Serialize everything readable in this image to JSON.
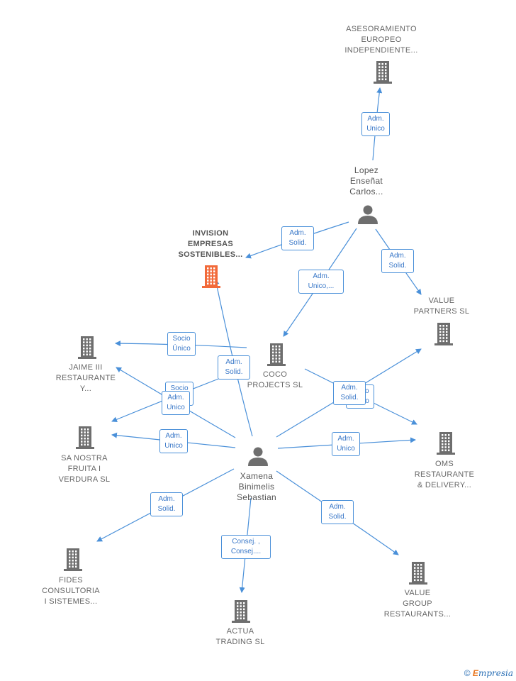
{
  "colors": {
    "edge": "#4a90d9",
    "building": "#6e6e6e",
    "focus": "#f26a3a",
    "text": "#666666"
  },
  "nodes": [
    {
      "id": "asesoramiento",
      "label": "ASESORAMIENTO\nEUROPEO\nINDEPENDIENTE...",
      "kind": "company"
    },
    {
      "id": "lopez",
      "label": "Lopez\nEnseñat\nCarlos...",
      "kind": "person"
    },
    {
      "id": "invision",
      "label": "INVISION\nEMPRESAS\nSOSTENIBLES...",
      "kind": "focus"
    },
    {
      "id": "value_partners",
      "label": "VALUE\nPARTNERS SL",
      "kind": "company"
    },
    {
      "id": "jaime",
      "label": "JAIME III\nRESTAURANTE\nY...",
      "kind": "company"
    },
    {
      "id": "coco",
      "label": "COCO\nPROJECTS SL",
      "kind": "company"
    },
    {
      "id": "sa_nostra",
      "label": "SA NOSTRA\nFRUITA I\nVERDURA SL",
      "kind": "company"
    },
    {
      "id": "xamena",
      "label": "Xamena\nBinimelis\nSebastian",
      "kind": "person"
    },
    {
      "id": "oms",
      "label": "OMS\nRESTAURANTE\n& DELIVERY...",
      "kind": "company"
    },
    {
      "id": "fides",
      "label": "FIDES\nCONSULTORIA\nI SISTEMES...",
      "kind": "company"
    },
    {
      "id": "actua",
      "label": "ACTUA\nTRADING SL",
      "kind": "company"
    },
    {
      "id": "value_group",
      "label": "VALUE\nGROUP\nRESTAURANTS...",
      "kind": "company"
    }
  ],
  "edges": [
    {
      "from": "lopez",
      "to": "asesoramiento",
      "label": "Adm.\nUnico"
    },
    {
      "from": "lopez",
      "to": "invision",
      "label": "Adm.\nSolid."
    },
    {
      "from": "lopez",
      "to": "coco",
      "label": "Adm.\nUnico,..."
    },
    {
      "from": "lopez",
      "to": "value_partners",
      "label": "Adm.\nSolid."
    },
    {
      "from": "coco",
      "to": "jaime",
      "label": "Socio\nÚnico"
    },
    {
      "from": "coco",
      "to": "sa_nostra",
      "label": "Socio\nÚnico"
    },
    {
      "from": "coco",
      "to": "oms",
      "label": "Socio\nÚnico"
    },
    {
      "from": "xamena",
      "to": "invision",
      "label": "Adm.\nSolid."
    },
    {
      "from": "xamena",
      "to": "jaime",
      "label": "Adm.\nUnico"
    },
    {
      "from": "xamena",
      "to": "sa_nostra",
      "label": "Adm.\nUnico"
    },
    {
      "from": "xamena",
      "to": "value_partners",
      "label": "Adm.\nSolid."
    },
    {
      "from": "xamena",
      "to": "oms",
      "label": "Adm.\nUnico"
    },
    {
      "from": "xamena",
      "to": "fides",
      "label": "Adm.\nSolid."
    },
    {
      "from": "xamena",
      "to": "actua",
      "label": "Consej. ,\nConsej...."
    },
    {
      "from": "xamena",
      "to": "value_group",
      "label": "Adm.\nSolid."
    }
  ],
  "footer": {
    "copyright": "©",
    "brand_first": "E",
    "brand_rest": "mpresia"
  }
}
